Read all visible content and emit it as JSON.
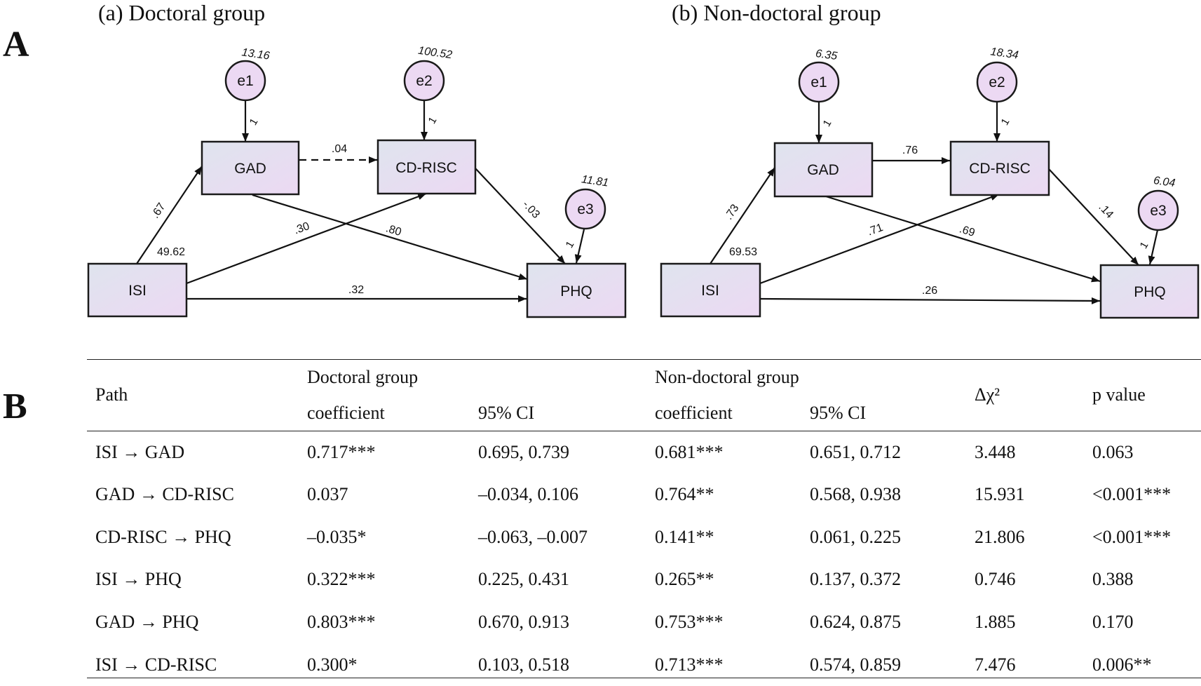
{
  "panels": {
    "a_letter": "A",
    "b_letter": "B"
  },
  "diagram_a": {
    "title": "(a)   Doctoral group",
    "nodes": {
      "gad": "GAD",
      "cdrisc": "CD-RISC",
      "isi": "ISI",
      "phq": "PHQ",
      "e1": "e1",
      "e2": "e2",
      "e3": "e3"
    },
    "error_variances": {
      "e1": "13.16",
      "e2": "100.52",
      "e3": "11.81"
    },
    "isi_variance": "49.62",
    "paths": {
      "isi_gad": ".67",
      "gad_cdrisc": ".04",
      "isi_cdrisc": ".30",
      "gad_phq": ".80",
      "cdrisc_phq": "-.03",
      "isi_phq": ".32"
    },
    "fixed_loading": "1"
  },
  "diagram_b": {
    "title": "(b)  Non-doctoral group",
    "nodes": {
      "gad": "GAD",
      "cdrisc": "CD-RISC",
      "isi": "ISI",
      "phq": "PHQ",
      "e1": "e1",
      "e2": "e2",
      "e3": "e3"
    },
    "error_variances": {
      "e1": "6.35",
      "e2": "18.34",
      "e3": "6.04"
    },
    "isi_variance": "69.53",
    "paths": {
      "isi_gad": ".73",
      "gad_cdrisc": ".76",
      "isi_cdrisc": ".71",
      "gad_phq": ".69",
      "cdrisc_phq": ".14",
      "isi_phq": ".26"
    },
    "fixed_loading": "1"
  },
  "table": {
    "headers": {
      "path": "Path",
      "doctoral": "Doctoral group",
      "non_doctoral": "Non-doctoral group",
      "coefficient": "coefficient",
      "ci": "95% CI",
      "delta_chi": "Δχ²",
      "p_value": "p value"
    },
    "rows": [
      {
        "path": "ISI → GAD",
        "d_coef": "0.717***",
        "d_ci": "0.695, 0.739",
        "n_coef": "0.681***",
        "n_ci": "0.651, 0.712",
        "dchi": "3.448",
        "p": "0.063"
      },
      {
        "path": "GAD → CD-RISC",
        "d_coef": "0.037",
        "d_ci": "–0.034, 0.106",
        "n_coef": "0.764**",
        "n_ci": "0.568, 0.938",
        "dchi": "15.931",
        "p": "<0.001***"
      },
      {
        "path": "CD-RISC → PHQ",
        "d_coef": "–0.035*",
        "d_ci": "–0.063, –0.007",
        "n_coef": "0.141**",
        "n_ci": "0.061, 0.225",
        "dchi": "21.806",
        "p": "<0.001***"
      },
      {
        "path": "ISI → PHQ",
        "d_coef": "0.322***",
        "d_ci": "0.225, 0.431",
        "n_coef": "0.265**",
        "n_ci": "0.137, 0.372",
        "dchi": "0.746",
        "p": "0.388"
      },
      {
        "path": "GAD → PHQ",
        "d_coef": "0.803***",
        "d_ci": "0.670, 0.913",
        "n_coef": "0.753***",
        "n_ci": "0.624, 0.875",
        "dchi": "1.885",
        "p": "0.170"
      },
      {
        "path": "ISI → CD-RISC",
        "d_coef": "0.300*",
        "d_ci": "0.103, 0.518",
        "n_coef": "0.713***",
        "n_ci": "0.574, 0.859",
        "dchi": "7.476",
        "p": "0.006**"
      }
    ]
  }
}
